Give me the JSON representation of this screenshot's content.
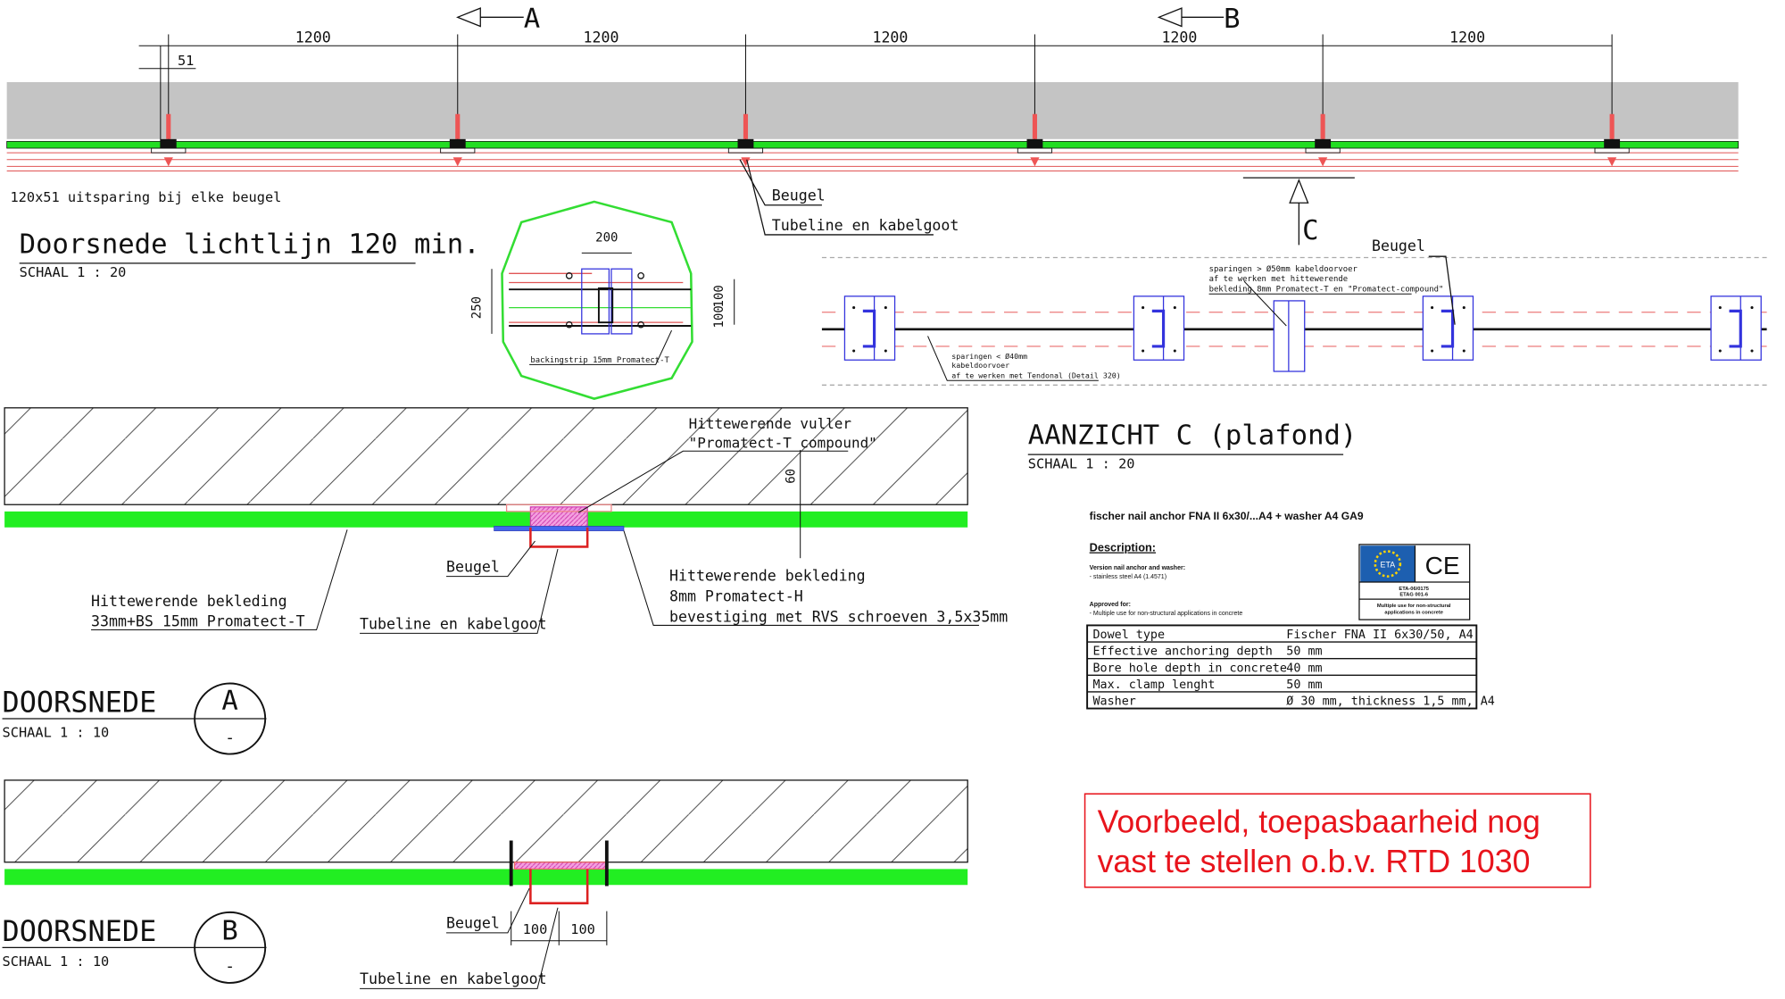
{
  "top_section": {
    "dimensions": [
      "1200",
      "1200",
      "1200",
      "1200",
      "1200"
    ],
    "small_dim": "51",
    "cut_a": "A",
    "cut_b": "B",
    "view_c": "C",
    "note_recess": "120x51 uitsparing bij elke beugel",
    "label_beugel": "Beugel",
    "label_tubeline": "Tubeline en kabelgoot",
    "title": "Doorsnede lichtlijn 120 min.",
    "scale": "SCHAAL 1 : 20"
  },
  "detail_circle": {
    "dim_width": "200",
    "dim_height": "250",
    "dim_a": "100",
    "dim_b": "100",
    "note": "backingstrip 15mm Promatect-T"
  },
  "view_c": {
    "label_beugel": "Beugel",
    "note_large": [
      "sparingen > Ø50mm kabeldoorvoer",
      "af te werken met hittewerende",
      "bekleding 8mm Promatect-T en \"Promatect-compound\""
    ],
    "note_small": [
      "sparingen < Ø40mm",
      "kabeldoorvoer",
      "af te werken met Tendonal (Detail 320)"
    ],
    "title": "AANZICHT C (plafond)",
    "scale": "SCHAAL 1 : 20"
  },
  "section_a": {
    "filler_label": [
      "Hittewerende vuller",
      "\"Promatect-T compound\""
    ],
    "dim_60": "60",
    "label_beugel": "Beugel",
    "cladding_left": [
      "Hittewerende bekleding",
      "33mm+BS 15mm Promatect-T"
    ],
    "label_tubeline": "Tubeline en kabelgoot",
    "cladding_right": [
      "Hittewerende bekleding",
      "8mm Promatect-H",
      "bevestiging met RVS schroeven 3,5x35mm"
    ],
    "title": "DOORSNEDE",
    "letter": "A",
    "sub": "-",
    "scale": "SCHAAL 1 : 10"
  },
  "section_b": {
    "label_beugel": "Beugel",
    "dim_left": "100",
    "dim_right": "100",
    "label_tubeline": "Tubeline en kabelgoot",
    "title": "DOORSNEDE",
    "letter": "B",
    "sub": "-",
    "scale": "SCHAAL 1 : 10"
  },
  "anchor_spec": {
    "heading": "fischer nail anchor FNA II 6x30/...A4 + washer A4 GA9",
    "description_title": "Description:",
    "version_title": "Version nail anchor and washer:",
    "version_text": "- stainless steel A4 (1.4571)",
    "approved_title": "Approved for:",
    "approved_text": "- Multiple use for non-structural applications in concrete",
    "eta_logo": "ETA",
    "ce_mark": "CE",
    "eta_codes": [
      "ETA-06/0175",
      "ETAG 001-6"
    ],
    "eta_use": [
      "Multiple use for non-structural",
      "applications in concrete"
    ],
    "table": [
      {
        "label": "Dowel type",
        "value": "Fischer FNA II 6x30/50, A4"
      },
      {
        "label": "Effective anchoring depth",
        "value": "50 mm"
      },
      {
        "label": "Bore hole depth in concrete",
        "value": "40 mm"
      },
      {
        "label": "Max. clamp lenght",
        "value": "50 mm"
      },
      {
        "label": "Washer",
        "value": "Ø 30 mm, thickness 1,5 mm, A4"
      }
    ]
  },
  "note_box": {
    "lines": [
      "Voorbeeld, toepasbaarheid nog",
      "vast te stellen o.b.v. RTD 1030"
    ],
    "color": "#e8141c"
  }
}
